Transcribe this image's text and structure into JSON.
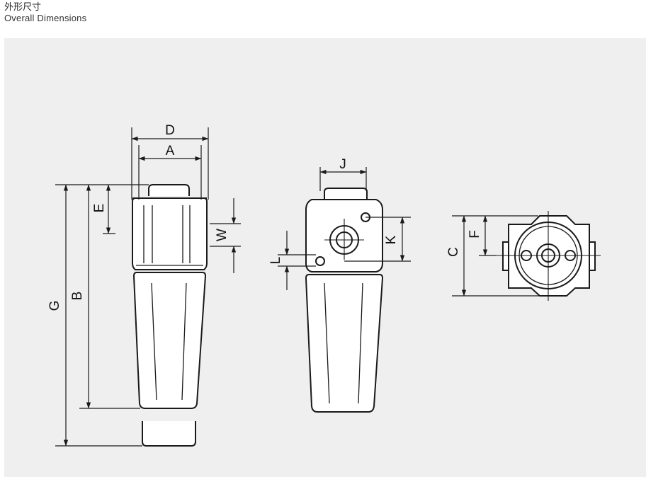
{
  "header": {
    "title_cn": "外形尺寸",
    "title_en": "Overall Dimensions"
  },
  "diagram": {
    "labels": {
      "A": "A",
      "B": "B",
      "C": "C",
      "D": "D",
      "E": "E",
      "F": "F",
      "G": "G",
      "J": "J",
      "K": "K",
      "L": "L",
      "W": "W"
    },
    "colors": {
      "line": "#1a1a1a",
      "panel": "#efefef",
      "body_fill": "#ffffff"
    }
  }
}
